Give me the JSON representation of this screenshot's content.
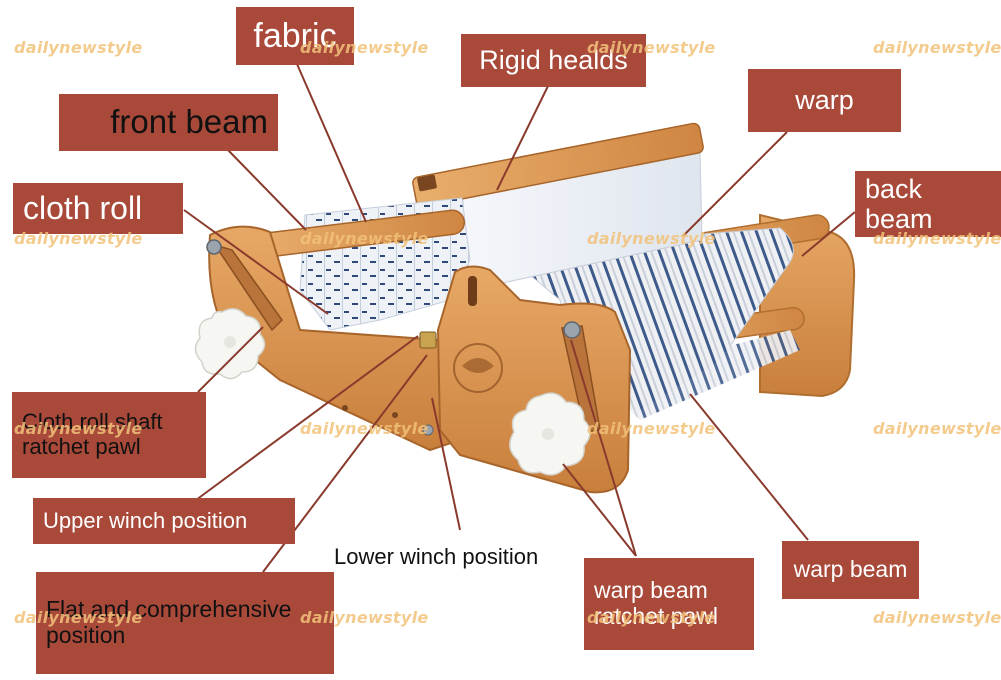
{
  "labels": {
    "fabric": "fabric",
    "rigid_heald": "Rigid healds",
    "front_beam": "front beam",
    "warp": "warp",
    "cloth_roll": "cloth roll",
    "back_beam": "back beam",
    "cloth_roll_pawl": "Cloth roll shaft\nratchet pawl",
    "upper_winch": "Upper winch position",
    "lower_winch": "Lower winch position",
    "flat_position": "Flat and comprehensive\nposition",
    "warp_beam_pawl": "warp beam\nratchet pawl",
    "warp_beam": "warp beam"
  },
  "watermark": "dailynewstyle",
  "colors": {
    "label_bg": "#a9493a",
    "label_text": "#ffffff",
    "leader_line": "#8a3a2c",
    "wood": "#d9944b",
    "watermark": "#f2c27a"
  }
}
